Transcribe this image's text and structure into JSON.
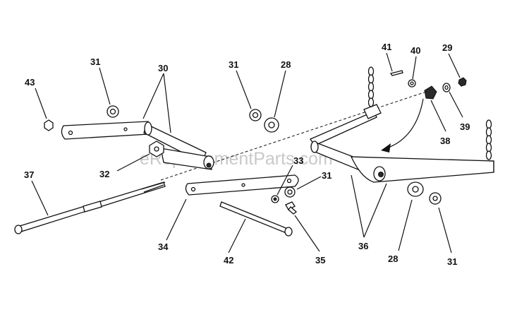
{
  "watermark": "eReplacementParts.com",
  "callouts": {
    "c43": "43",
    "c31a": "31",
    "c30": "30",
    "c31b": "31",
    "c28a": "28",
    "c41": "41",
    "c40": "40",
    "c29": "29",
    "c32": "32",
    "c33": "33",
    "c31c": "31",
    "c38": "38",
    "c39": "39",
    "c37": "37",
    "c34": "34",
    "c42": "42",
    "c35": "35",
    "c36": "36",
    "c28b": "28",
    "c31d": "31"
  }
}
